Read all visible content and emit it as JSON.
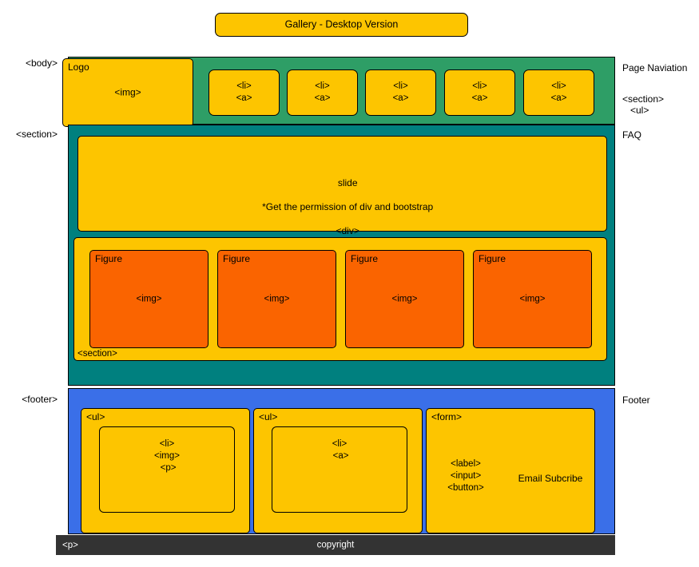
{
  "diagram": {
    "title": "Gallery - Desktop Version"
  },
  "annotations": {
    "body": "<body>",
    "section_left": "<section>",
    "footer_left": "<footer>",
    "page_navigation": "Page Naviation",
    "section_ul": "<section>\n   <ul>",
    "faq": "FAQ",
    "footer_right": "Footer"
  },
  "header": {
    "logo_label": "Logo",
    "logo_img": "<img>",
    "nav_items": [
      {
        "li": "<li>",
        "a": "<a>"
      },
      {
        "li": "<li>",
        "a": "<a>"
      },
      {
        "li": "<li>",
        "a": "<a>"
      },
      {
        "li": "<li>",
        "a": "<a>"
      },
      {
        "li": "<li>",
        "a": "<a>"
      }
    ]
  },
  "main": {
    "slide": {
      "line1": "slide",
      "line2": "*Get the permission of div and bootstrap",
      "line3": "<div>"
    },
    "figures_section_tag": "<section>",
    "figures": [
      {
        "label": "Figure",
        "img": "<img>"
      },
      {
        "label": "Figure",
        "img": "<img>"
      },
      {
        "label": "Figure",
        "img": "<img>"
      },
      {
        "label": "Figure",
        "img": "<img>"
      }
    ]
  },
  "footer": {
    "col1": {
      "tag": "<ul>",
      "inner": "<li>\n<img>\n <p>"
    },
    "col2": {
      "tag": "<ul>",
      "inner": "<li>\n <a>"
    },
    "col3": {
      "tag": "<form>",
      "tags": "<label>\n<input>\n<button>",
      "title": "Email Subcribe"
    },
    "copyright": {
      "tag": "<p>",
      "text": "copyright"
    }
  },
  "colors": {
    "yellow": "#fdc500",
    "orange": "#fa6400",
    "header_green": "#2e9e66",
    "section_teal": "#00807f",
    "footer_blue": "#3a6fe8",
    "copyright_dark": "#333333"
  }
}
